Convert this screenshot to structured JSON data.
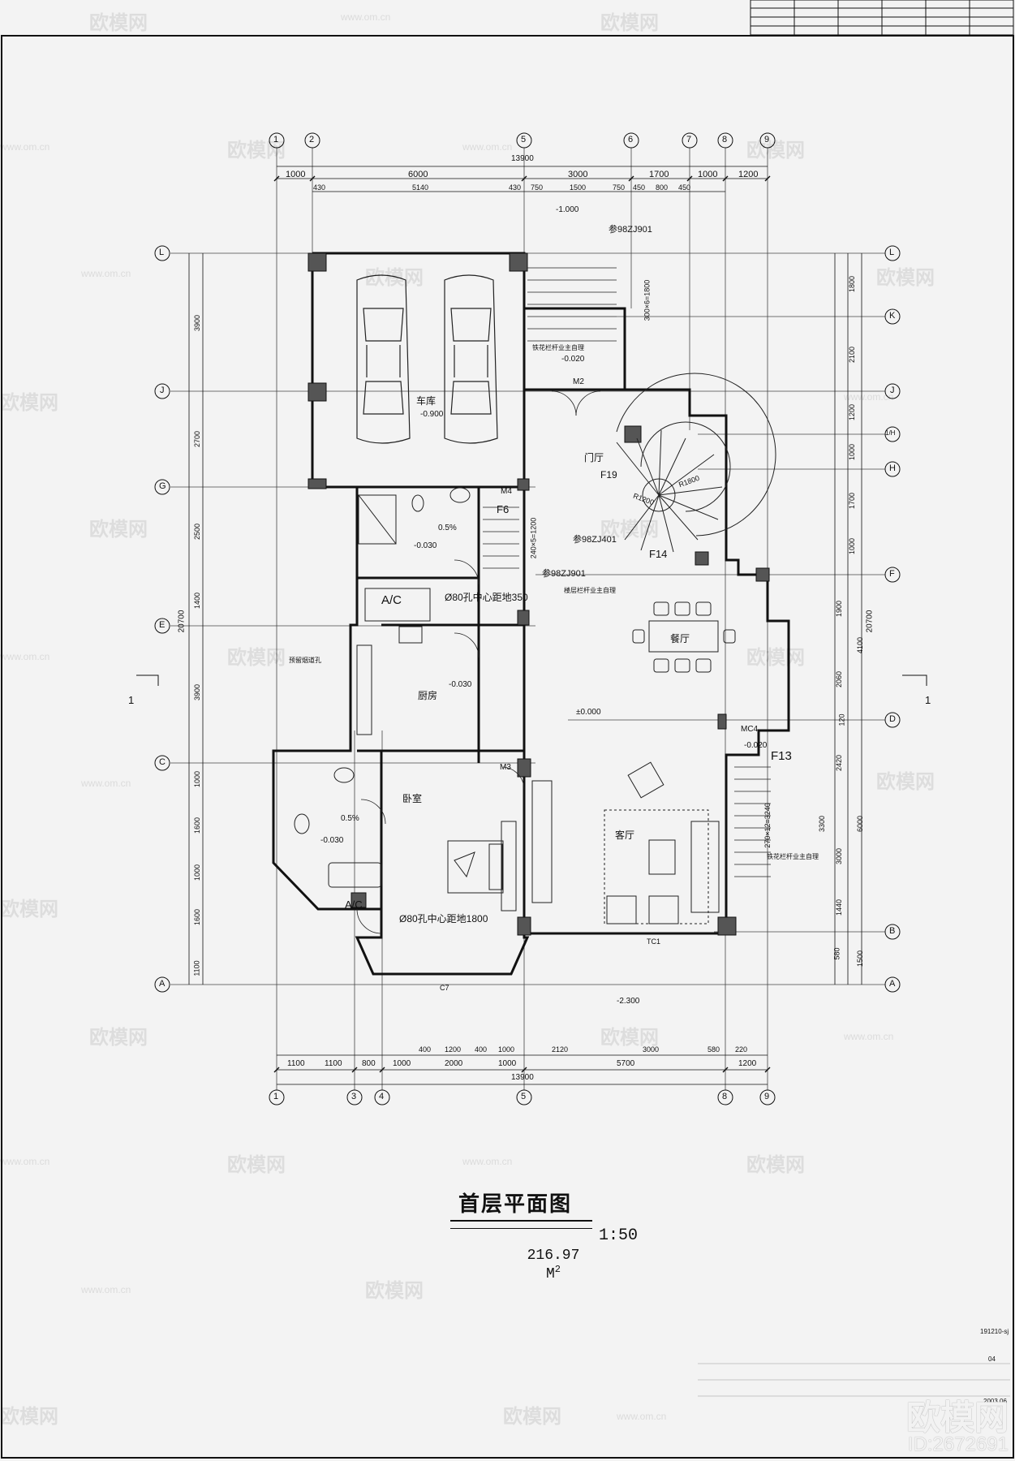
{
  "drawing": {
    "title": "首层平面图",
    "scale": "1:50",
    "area": "216.97",
    "area_unit": "M",
    "area_unit_sup": "2"
  },
  "grid_axes": {
    "top": [
      "1",
      "2",
      "5",
      "6",
      "7",
      "8",
      "9"
    ],
    "bottom": [
      "1",
      "3",
      "4",
      "5",
      "8",
      "9"
    ],
    "left": [
      "L",
      "J",
      "G",
      "E",
      "C",
      "A"
    ],
    "right": [
      "L",
      "K",
      "J",
      "H",
      "F",
      "D",
      "B",
      "A"
    ],
    "right_h_sub": "1/H",
    "section_marks": [
      "1",
      "1"
    ]
  },
  "dimensions": {
    "top_total": "13900",
    "top_row1": [
      "1000",
      "6000",
      "3000",
      "1700",
      "1000",
      "1200"
    ],
    "top_row2": [
      "430",
      "5140",
      "430",
      "750",
      "1500",
      "750",
      "450",
      "800",
      "450"
    ],
    "bottom_row1": [
      "400",
      "1200",
      "400",
      "1000",
      "2120",
      "3000",
      "580",
      "220"
    ],
    "bottom_row2": [
      "1100",
      "1100",
      "800",
      "1000",
      "2000",
      "1000",
      "5700",
      "1200"
    ],
    "bottom_total": "13900",
    "left_total": "20700",
    "left_outer": [
      "3900",
      "2700",
      "2500",
      "1400",
      "3900",
      "1000",
      "1600",
      "1000",
      "1600",
      "1100"
    ],
    "right_total": "20700",
    "right_outer": [
      "1800",
      "2100",
      "1200",
      "1000",
      "1700",
      "1000",
      "1900",
      "2060",
      "120",
      "2420",
      "6000",
      "3000",
      "1440",
      "580",
      "1500"
    ],
    "right_inner": [
      "4100",
      "3300"
    ]
  },
  "rooms": {
    "garage": "车库",
    "foyer": "门厅",
    "dining": "餐厅",
    "kitchen": "厨房",
    "bedroom": "卧室",
    "living": "客厅"
  },
  "elevations": {
    "garage": "-0.900",
    "entry_top": "-1.000",
    "entry_stair": "-0.020",
    "bath1": "-0.030",
    "kitchen": "-0.030",
    "bath2": "-0.030",
    "living": "±0.000",
    "terrace": "-0.020",
    "outside": "-2.300"
  },
  "annotations": {
    "ac1": "A/C",
    "ac2": "A/C",
    "hole1": "Ø80孔中心距地350",
    "hole2": "Ø80孔中心距地1800",
    "ref1": "参98ZJ901",
    "ref2": "参98ZJ401",
    "ref3": "参98ZJ901",
    "rail1": "铁花栏杆业主自理",
    "rail2": "铁花栏杆业主自理",
    "rail3": "楼层栏杆业主自理",
    "chimney": "预留烟道孔",
    "stair_steps": "300×6=1800",
    "stair_steps2": "240×5=1200",
    "stair_steps3": "270×12=3240",
    "slope1": "0.5%",
    "slope2": "0.5%",
    "door_m2": "M2",
    "door_m3": "M3",
    "door_m4": "M4",
    "door_mc4": "MC4",
    "win_c7": "C7",
    "win_tc1": "TC1",
    "f6": "F6",
    "f14": "F14",
    "f13": "F13",
    "f19": "F19",
    "r1800": "R1800",
    "r1200": "R1200"
  },
  "watermark": {
    "text": "欧模网",
    "url": "www.om.cn",
    "brand": "欧模网",
    "brand_id": "ID:2672691"
  },
  "title_block": {
    "project_no": "191210-sj",
    "sheet_no": "04",
    "date": "2003.06"
  }
}
